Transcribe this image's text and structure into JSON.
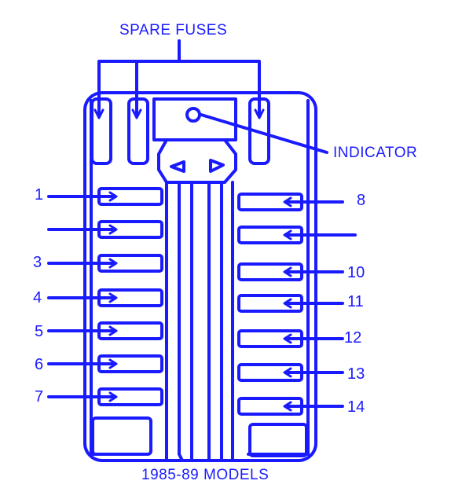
{
  "colors": {
    "stroke": "#1a1aff",
    "background": "#ffffff"
  },
  "labels": {
    "spare_fuses": "SPARE FUSES",
    "indicator": "INDICATOR",
    "models": "1985-89 MODELS"
  },
  "left_fuse_numbers": [
    "1",
    "",
    "3",
    "4",
    "5",
    "6",
    "7"
  ],
  "right_fuse_numbers": [
    "8",
    "",
    "10",
    "11",
    "12",
    "13",
    "14"
  ]
}
